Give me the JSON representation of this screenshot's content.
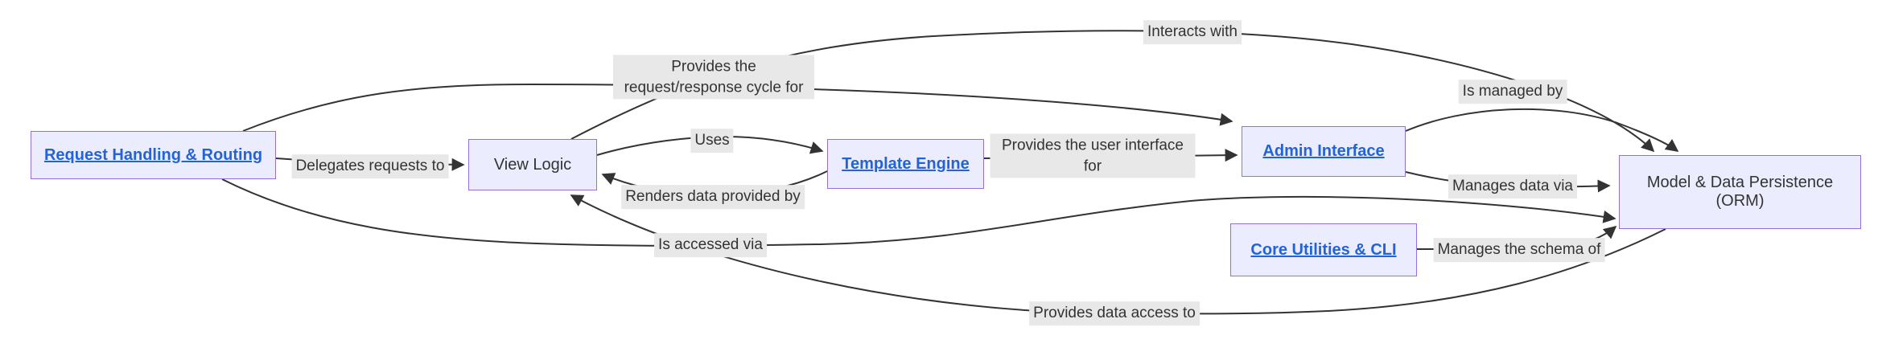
{
  "diagram": {
    "type": "flowchart",
    "background": "#ffffff",
    "colors": {
      "node_fill": "#ECECFF",
      "node_border": "#9370DB",
      "node_text": "#333333",
      "link_text": "#2363d8",
      "edge_line": "#333333",
      "edge_label_bg": "#e8e8e8"
    },
    "nodes": {
      "request_handling": {
        "label": "Request Handling & Routing",
        "is_link": true
      },
      "view_logic": {
        "label": "View Logic",
        "is_link": false
      },
      "template_engine": {
        "label": "Template Engine",
        "is_link": true
      },
      "admin_interface": {
        "label": "Admin Interface",
        "is_link": true
      },
      "core_utilities": {
        "label": "Core Utilities & CLI",
        "is_link": true
      },
      "orm": {
        "label": "Model & Data Persistence (ORM)",
        "is_link": false
      }
    },
    "edges": [
      {
        "from": "view_logic",
        "to": "orm",
        "label": "Interacts with"
      },
      {
        "from": "request_handling",
        "to": "admin_interface",
        "label": "Provides the request/response cycle for"
      },
      {
        "from": "admin_interface",
        "to": "orm",
        "label": "Is managed by"
      },
      {
        "from": "request_handling",
        "to": "view_logic",
        "label": "Delegates requests to"
      },
      {
        "from": "view_logic",
        "to": "template_engine",
        "label": "Uses"
      },
      {
        "from": "template_engine",
        "to": "admin_interface",
        "label": "Provides the user interface for"
      },
      {
        "from": "template_engine",
        "to": "view_logic",
        "label": "Renders data provided by"
      },
      {
        "from": "admin_interface",
        "to": "orm",
        "label": "Manages data via"
      },
      {
        "from": "request_handling",
        "to": "orm",
        "label": "Is accessed via"
      },
      {
        "from": "core_utilities",
        "to": "orm",
        "label": "Manages the schema of"
      },
      {
        "from": "orm",
        "to": "view_logic",
        "label": "Provides data access to"
      }
    ]
  }
}
